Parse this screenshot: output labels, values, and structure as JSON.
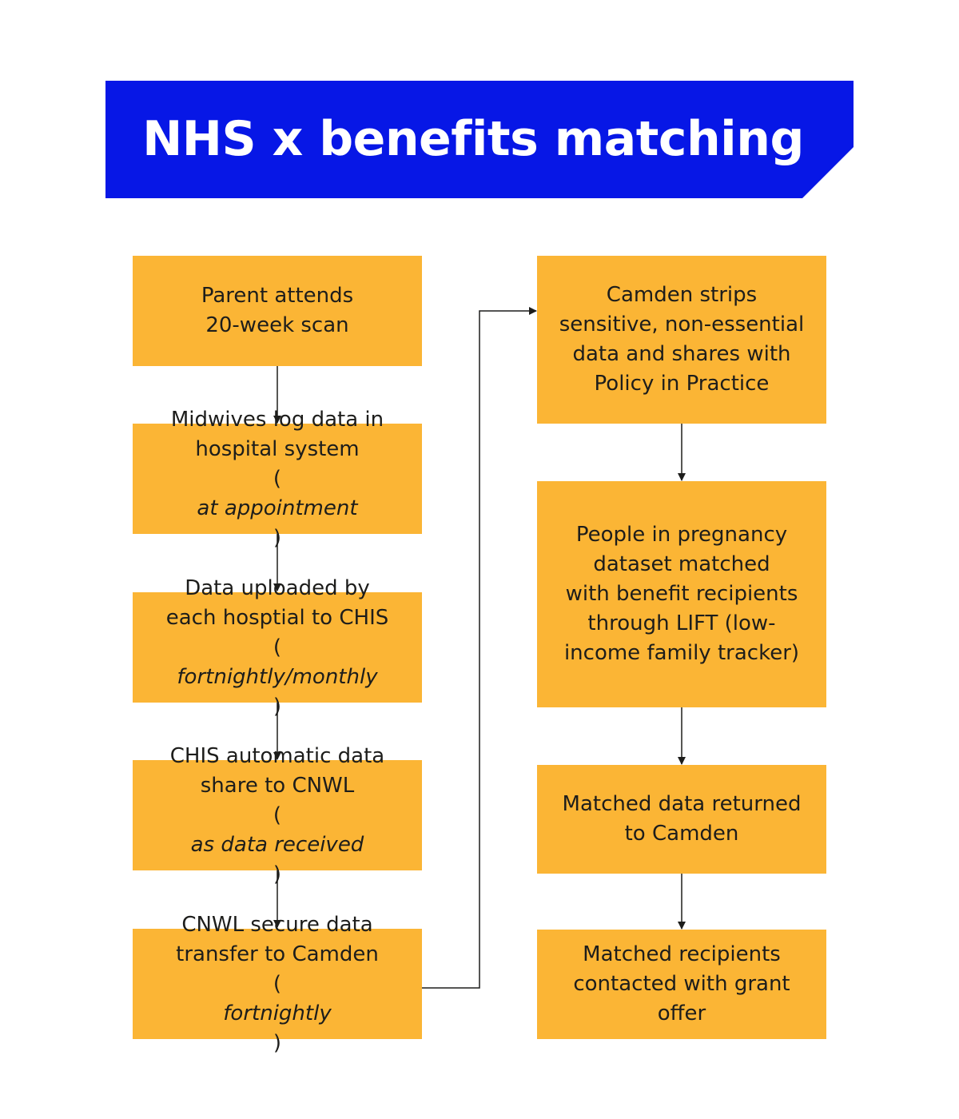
{
  "title": "NHS x benefits matching",
  "colors": {
    "banner": "#0717e6",
    "box": "#fbb535",
    "text": "#1d1d1b",
    "connector": "#1d1d1b"
  },
  "steps": [
    {
      "lines": [
        "Parent attends",
        "20-week scan"
      ],
      "note": ""
    },
    {
      "lines": [
        "Midwives log data in",
        "hospital system"
      ],
      "note": "at appointment"
    },
    {
      "lines": [
        "Data uploaded by",
        "each hosptial to CHIS"
      ],
      "note": "fortnightly/monthly"
    },
    {
      "lines": [
        "CHIS automatic data",
        "share to CNWL"
      ],
      "note": "as data received"
    },
    {
      "lines": [
        "CNWL secure data",
        "transfer to Camden"
      ],
      "note": "fortnightly"
    },
    {
      "lines": [
        "Camden strips",
        "sensitive, non-essential",
        "data and shares with",
        "Policy in Practice"
      ],
      "note": ""
    },
    {
      "lines": [
        "People in pregnancy",
        "dataset matched",
        "with benefit recipients",
        "through LIFT (low-",
        "income family tracker)"
      ],
      "note": ""
    },
    {
      "lines": [
        "Matched data returned",
        "to Camden"
      ],
      "note": ""
    },
    {
      "lines": [
        "Matched recipients",
        "contacted with grant",
        "offer"
      ],
      "note": ""
    }
  ]
}
